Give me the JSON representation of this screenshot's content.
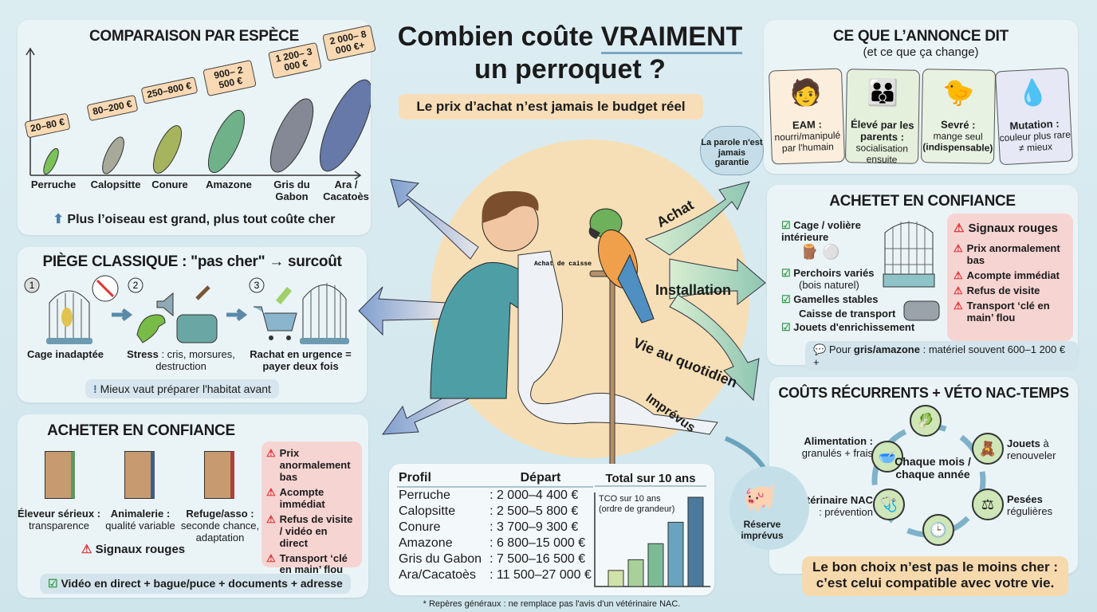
{
  "title": {
    "line1": "Combien coûte",
    "highlight": "VRAIMENT",
    "line2": "un perroquet ?",
    "subtitle": "Le prix d’achat n’est jamais le budget réel"
  },
  "species": {
    "title": "COMPARAISON PAR ESPÈCE",
    "items": [
      {
        "name": "Perruche",
        "price": "20–80 €",
        "color": "#7cc25a"
      },
      {
        "name": "Calopsitte",
        "price": "80–200 €",
        "color": "#a9a99a"
      },
      {
        "name": "Conure",
        "price": "250–800 €",
        "color": "#a7b45e"
      },
      {
        "name": "Amazone",
        "price": "900– 2 500 €",
        "color": "#6fb28a"
      },
      {
        "name": "Gris du Gabon",
        "price": "1 200– 3 000 €",
        "color": "#858895"
      },
      {
        "name": "Ara / Cacatoès",
        "price": "2 000– 8 000 €+",
        "color": "#6679a8"
      }
    ],
    "footer": "Plus l’oiseau est grand, plus tout coûte cher"
  },
  "trap": {
    "title": "PIÈGE CLASSIQUE : \"pas cher\" → surcoût",
    "steps": [
      {
        "num": "1",
        "label": "Cage inadaptée",
        "detail": ""
      },
      {
        "num": "2",
        "label": "Stress",
        "detail": " : cris, morsures, destruction"
      },
      {
        "num": "3",
        "label": "Rachat en urgence = payer deux fois",
        "detail": ""
      }
    ],
    "tip": "Mieux vaut préparer l'habitat avant"
  },
  "buy_left": {
    "title": "ACHETER EN CONFIANCE",
    "sources": [
      {
        "name": "Éleveur sérieux :",
        "detail": "transparence",
        "color": "#5e9a5e"
      },
      {
        "name": "Animalerie :",
        "detail": "qualité variable",
        "color": "#3f5f80"
      },
      {
        "name": "Refuge/asso :",
        "detail": "seconde chance, adaptation",
        "color": "#b04040"
      }
    ],
    "signals_label": "Signaux rouges",
    "signals": [
      "Prix anormalement bas",
      "Acompte immédiat",
      "Refus de visite / vidéo en direct",
      "Transport ‘clé en main’ flou"
    ],
    "check": "Vidéo en direct + bague/puce + documents + adresse"
  },
  "center": {
    "bubble": "La parole n'est jamais garantie",
    "receipt": "Achat de caisse",
    "arrows": [
      "Achat",
      "Installation",
      "Vie au quotidien",
      "Imprévus"
    ],
    "reserve": "Réserve imprévus"
  },
  "ad": {
    "title": "CE QUE L’ANNONCE DIT",
    "subtitle": "(et ce que ça change)",
    "cards": [
      {
        "term": "EAM :",
        "desc": "nourri/manipulé par l'humain",
        "bg": "#fbeedd"
      },
      {
        "term": "Élevé par les parents :",
        "desc": "socialisation ensuite",
        "bg": "#e4f0dc"
      },
      {
        "term": "Sevré :",
        "desc": "mange seul",
        "extra": "(indispensable)",
        "bg": "#e8f2e2"
      },
      {
        "term": "Mutation :",
        "desc": "couleur plus rare ≠ mieux",
        "bg": "#e6e8f6"
      }
    ]
  },
  "buy_right": {
    "title": "ACHETET EN CONFIANCE",
    "items": [
      "Cage / volière intérieure",
      "Perchoirs variés",
      "Gamelles stables",
      "Caisse de transport",
      "Jouets d'enrichissement"
    ],
    "perch_note": "(bois naturel)",
    "signals_label": "Signaux rouges",
    "signals": [
      "Prix anormalement bas",
      "Acompte immédiat",
      "Refus de visite",
      "Transport ‘clé en main’ flou"
    ],
    "note_pre": "Pour ",
    "note_bold": "gris/amazone",
    "note_post": " : matériel souvent 600–1 200 €+"
  },
  "recurring": {
    "title": "COÛTS RÉCURRENTS + VÉTO NAC-TEMPS",
    "center": "Chaque mois / chaque année",
    "food_t": "Alimentation :",
    "food_d": "granulés + frais",
    "toys_t": "Jouets",
    "toys_d": " à renouveler",
    "weigh_t": "Pesées",
    "weigh_d": "régulières",
    "vet_t": "Vétérinaire NAC",
    "vet_d": ": prévention"
  },
  "conclusion": "Le bon choix n’est pas le moins cher : c’est celui compatible avec votre vie.",
  "table": {
    "headers": [
      "Profil",
      "Départ"
    ],
    "rows": [
      [
        "Perruche",
        ": 2 000–4 400 €"
      ],
      [
        "Calopsitte",
        ": 2 500–5 800 €"
      ],
      [
        "Conure",
        ": 3 700–9 300 €"
      ],
      [
        "Amazone",
        ": 6 800–15 000 €"
      ],
      [
        "Gris du Gabon",
        ": 7 500–16 500 €"
      ],
      [
        "Ara/Cacatoès",
        ": 11 500–27 000 €"
      ]
    ]
  },
  "chart_data": {
    "type": "bar",
    "title": "Total sur 10 ans",
    "annotation": "TCO sur 10 ans (ordre de grandeur)",
    "values": [
      0.18,
      0.3,
      0.48,
      0.72,
      1.0
    ],
    "colors": [
      "#cfe3a8",
      "#a9cf9a",
      "#7dbb96",
      "#6aa3bd",
      "#4b7a9c"
    ]
  },
  "footnote": "* Repères généraux : ne remplace pas l'avis d'un vétérinaire NAC."
}
